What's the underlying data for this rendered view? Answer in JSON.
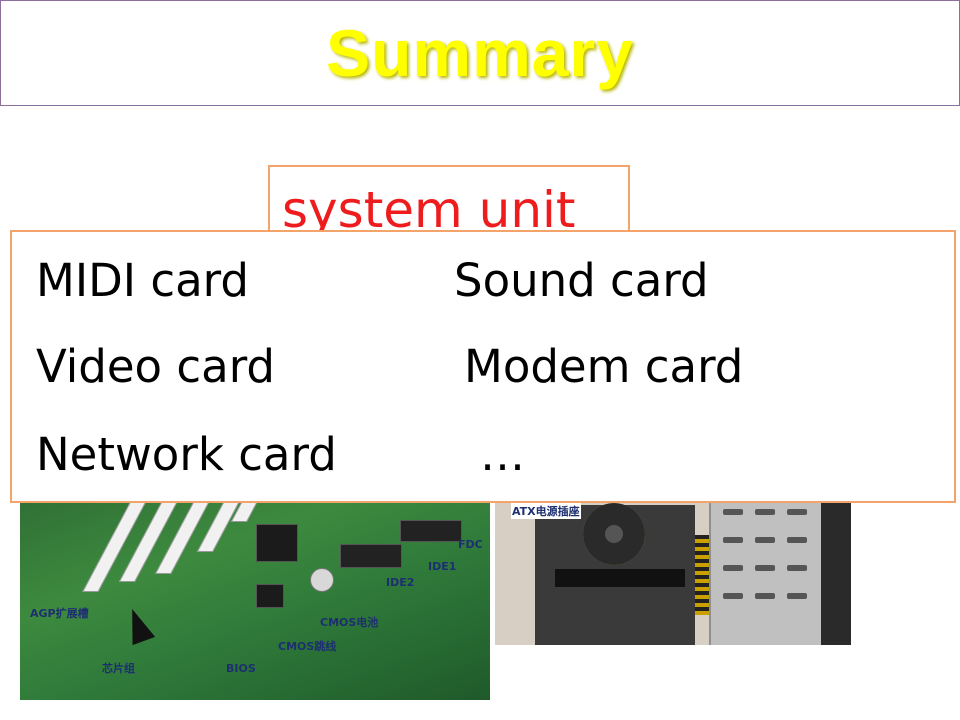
{
  "slide": {
    "title": "Summary",
    "label": "system unit"
  },
  "cards": {
    "items": [
      "MIDI card",
      "Sound card",
      "Video card",
      "Modem card",
      "Network card",
      "…"
    ]
  },
  "board_photo": {
    "labels": [
      "AGP扩展槽",
      "芯片组",
      "BIOS",
      "CMOS跳线",
      "CMOS电池",
      "IDE2",
      "IDE1",
      "FDC"
    ]
  },
  "case_photo": {
    "label": "ATX电源插座"
  },
  "colors": {
    "title": "#ffff00",
    "label_text": "#ee1c1c",
    "box_border": "#f4a36b"
  }
}
